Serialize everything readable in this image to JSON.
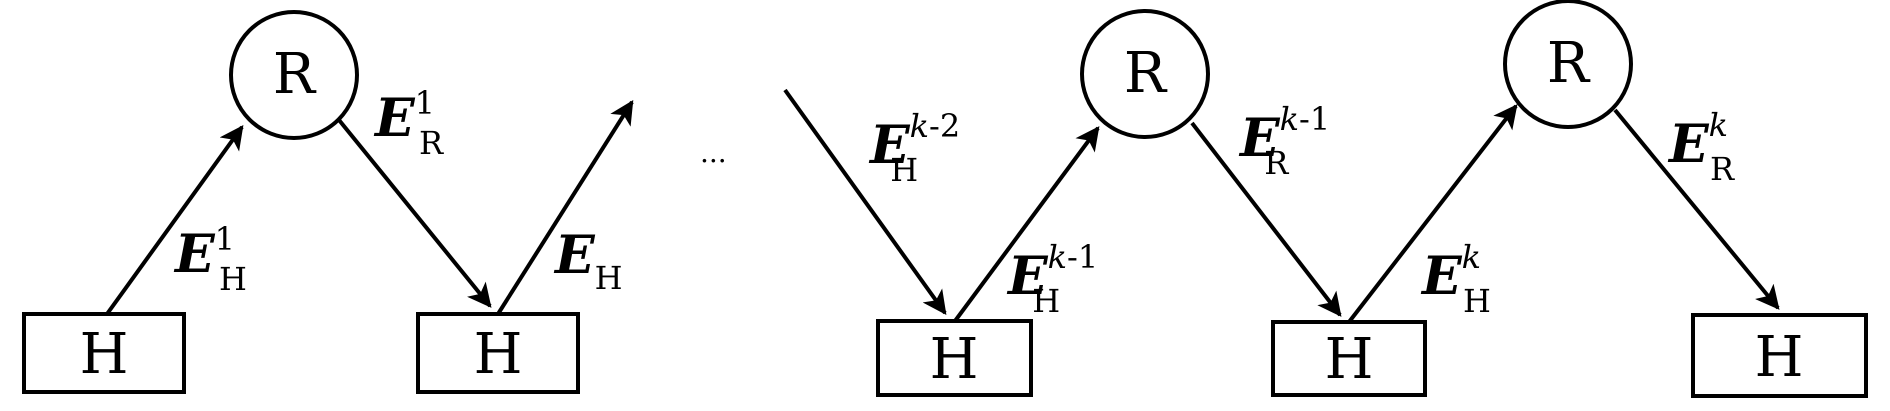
{
  "nodes": {
    "h1": "H",
    "r1": "R",
    "h2": "H",
    "h3": "H",
    "r2": "R",
    "h4": "H",
    "r3": "R",
    "h5": "H"
  },
  "labels": {
    "e1": {
      "main": "E",
      "sup": "1",
      "sub": "H"
    },
    "e2": {
      "main": "E",
      "sup": "1",
      "sub": "R"
    },
    "e3": {
      "main": "E",
      "sup": "",
      "sub": "H"
    },
    "e4": {
      "main": "E",
      "sup_k": "k",
      "sup_rest": "-2",
      "sub": "H"
    },
    "e5": {
      "main": "E",
      "sup_k": "k",
      "sup_rest": "-1",
      "sub": "H"
    },
    "e6": {
      "main": "E",
      "sup_k": "k",
      "sup_rest": "-1",
      "sub": "R"
    },
    "e7": {
      "main": "E",
      "sup_k": "k",
      "sup_rest": "",
      "sub": "H"
    },
    "e8": {
      "main": "E",
      "sup_k": "k",
      "sup_rest": "",
      "sub": "R"
    }
  },
  "ellipsis": "..."
}
